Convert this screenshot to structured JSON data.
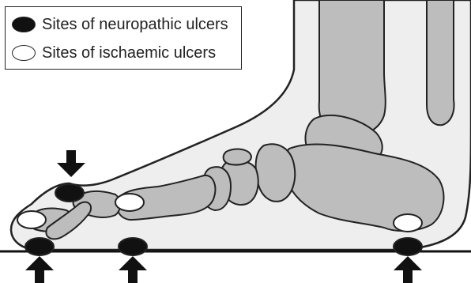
{
  "legend": {
    "neuropathic": {
      "label": "Sites of neuropathic ulcers",
      "color": "#111111"
    },
    "ischaemic": {
      "label": "Sites of ischaemic ulcers",
      "color": "#ffffff"
    }
  },
  "colors": {
    "skin": "#eeeeee",
    "bone": "#bdbdbd",
    "outline": "#222222",
    "arrow": "#111111"
  },
  "markers": {
    "neuropathic_sites": [
      "great-toe-tip",
      "toe-plantar",
      "first-metatarsal-head",
      "heel"
    ],
    "ischaemic_sites": [
      "toe-tip",
      "first-metatarsal-head-medial",
      "heel-back"
    ]
  },
  "arrows": [
    "pressure-arrow-toe-top",
    "pressure-arrow-toe-bottom",
    "pressure-arrow-metatarsal",
    "pressure-arrow-heel"
  ]
}
